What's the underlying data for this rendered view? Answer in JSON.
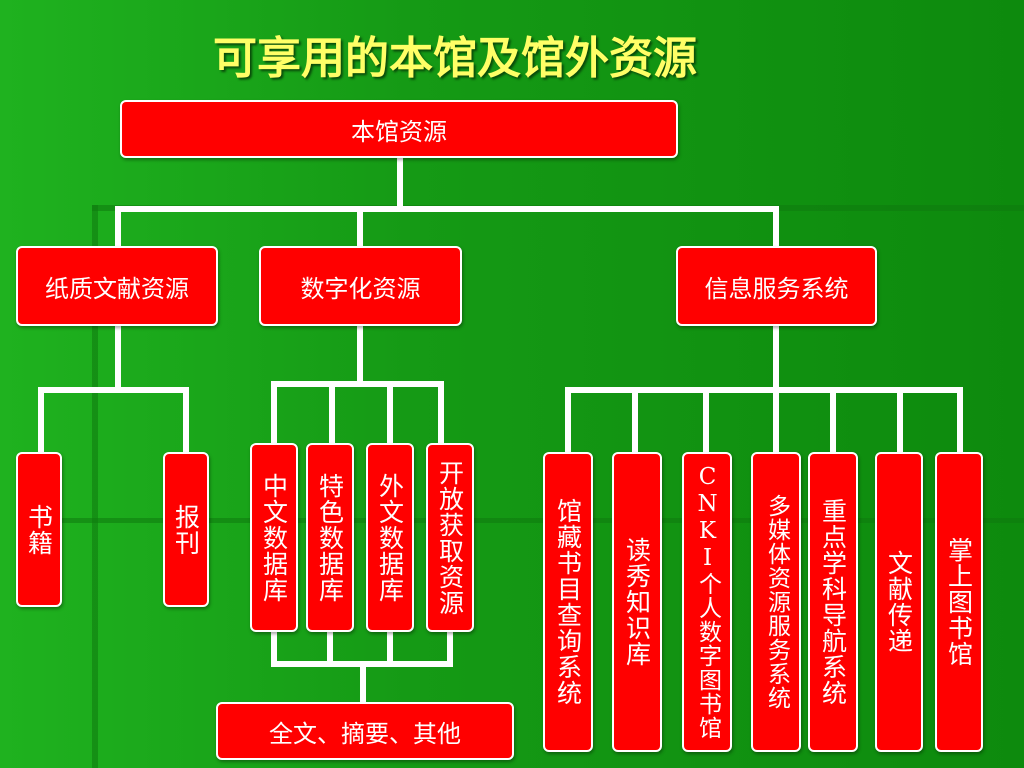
{
  "title": "可享用的本馆及馆外资源",
  "root": "本馆资源",
  "level1": {
    "paper": "纸质文献资源",
    "digital": "数字化资源",
    "service": "信息服务系统"
  },
  "paper_items": [
    "书籍",
    "报刊"
  ],
  "digital_items": [
    "中文数据库",
    "特色数据库",
    "外文数据库",
    "开放获取资源"
  ],
  "digital_output": "全文、摘要、其他",
  "service_items": [
    "馆藏书目查询系统",
    "读秀知识库",
    "CNKI个人数字图书馆",
    "多媒体资源服务系统",
    "重点学科导航系统",
    "文献传递",
    "掌上图书馆"
  ],
  "colors": {
    "box": "#ff0000",
    "text": "#ffffff",
    "title": "#ffff66",
    "connector": "#ffffff",
    "background": "#159a15"
  }
}
